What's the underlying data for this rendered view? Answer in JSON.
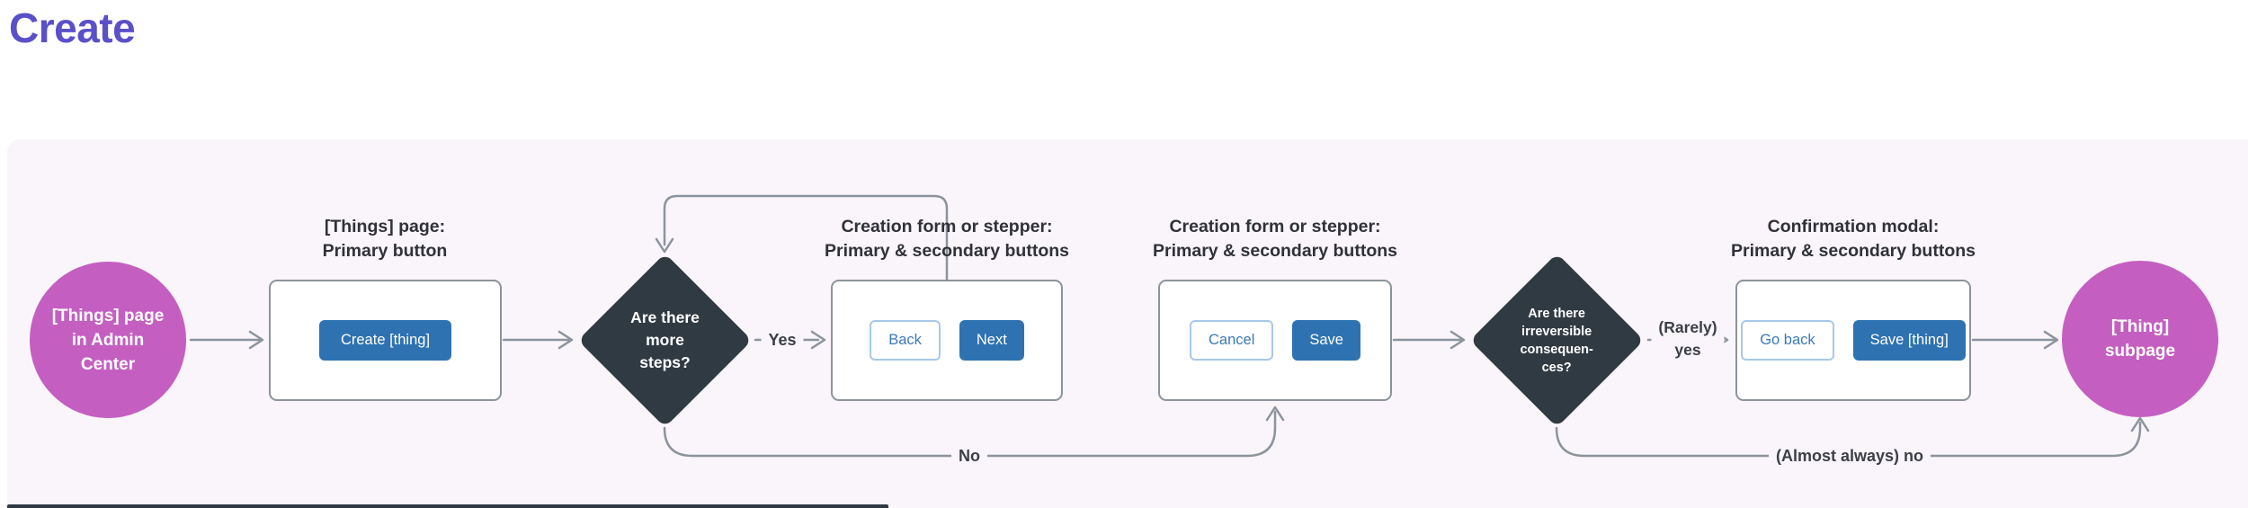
{
  "title": "Create",
  "colors": {
    "title_purple": "#5a50c8",
    "panel_background": "#faf5fb",
    "terminal_pink": "#c45fc1",
    "decision_dark": "#303a43",
    "primary_button_blue": "#2e72b1",
    "secondary_button_border": "#a7c8e9",
    "secondary_button_text": "#3c79b8",
    "connector_gray": "#8b949c"
  },
  "flow": {
    "nodes": {
      "start": {
        "label": "[Things] page\nin Admin\nCenter"
      },
      "things_page": {
        "caption": "[Things] page:\nPrimary button",
        "primary_button": "Create [thing]"
      },
      "more_steps": {
        "label": "Are there\nmore\nsteps?"
      },
      "stepper_back_next": {
        "caption": "Creation form or stepper:\nPrimary & secondary buttons",
        "secondary_button": "Back",
        "primary_button": "Next"
      },
      "form_cancel_save": {
        "caption": "Creation form or stepper:\nPrimary & secondary buttons",
        "secondary_button": "Cancel",
        "primary_button": "Save"
      },
      "irreversible": {
        "label": "Are there\nirreversible\nconsequen-\nces?"
      },
      "confirmation_modal": {
        "caption": "Confirmation modal:\nPrimary & secondary buttons",
        "secondary_button": "Go back",
        "primary_button": "Save [thing]"
      },
      "end": {
        "label": "[Thing]\nsubpage"
      }
    },
    "edge_labels": {
      "yes": "Yes",
      "no": "No",
      "rarely_yes": "(Rarely)\nyes",
      "almost_always_no": "(Almost always) no"
    }
  }
}
